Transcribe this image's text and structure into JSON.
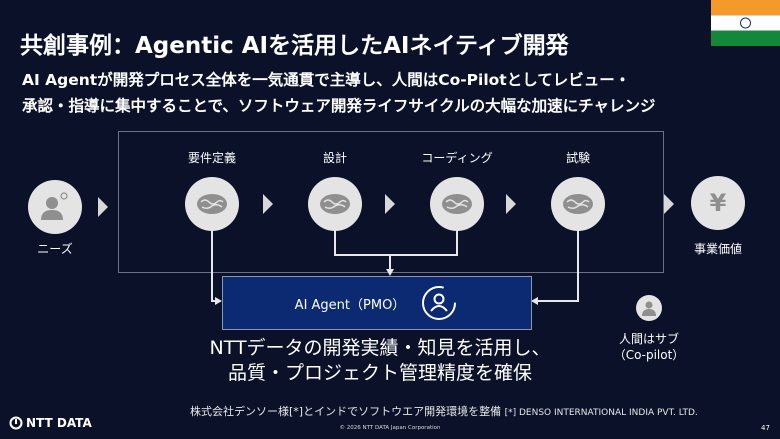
{
  "title": "共創事例：Agentic AIを活用したAIネイティブ開発",
  "subtitle_line1": "AI Agentが開発プロセス全体を一気通貫で主導し、人間はCo-Pilotとしてレビュー・",
  "subtitle_line2": "承認・指導に集中することで、ソフトウェア開発ライフサイクルの大幅な加速にチャレンジ",
  "flow": {
    "needs": "ニーズ",
    "stages": [
      "要件定義",
      "設計",
      "コーディング",
      "試験"
    ],
    "value": "事業価値",
    "value_symbol": "¥"
  },
  "agent": {
    "label": "AI Agent（PMO）"
  },
  "human": {
    "line1": "人間はサブ",
    "line2": "（Co-pilot）"
  },
  "result": {
    "line1": "NTTデータの開発実績・知見を活用し、",
    "line2": "品質・プロジェクト管理精度を確保"
  },
  "note": {
    "jp": "株式会社デンソー様[*]とインドでソフトウエア開発環境を整備",
    "en": "[*] DENSO INTERNATIONAL INDIA PVT. LTD."
  },
  "footer": {
    "logo": "NTT DATA",
    "copyright": "© 2026 NTT DATA Japan Corporation",
    "page": "47"
  },
  "colors": {
    "background": "#0a1128",
    "agent_box": "#0b2a72"
  }
}
